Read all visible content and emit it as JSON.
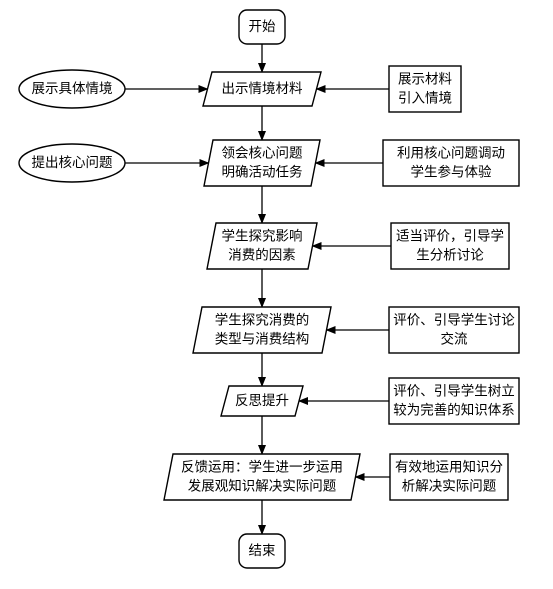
{
  "diagram": {
    "nodes": [
      {
        "id": "start",
        "shape": "rounded",
        "lines": [
          "开始"
        ]
      },
      {
        "id": "step1",
        "shape": "parallelogram",
        "lines": [
          "出示情境材料"
        ]
      },
      {
        "id": "step2",
        "shape": "parallelogram",
        "lines": [
          "领会核心问题",
          "明确活动任务"
        ]
      },
      {
        "id": "step3",
        "shape": "parallelogram",
        "lines": [
          "学生探究影响",
          "消费的因素"
        ]
      },
      {
        "id": "step4",
        "shape": "parallelogram",
        "lines": [
          "学生探究消费的",
          "类型与消费结构"
        ]
      },
      {
        "id": "step5",
        "shape": "parallelogram",
        "lines": [
          "反思提升"
        ]
      },
      {
        "id": "step6",
        "shape": "parallelogram",
        "lines": [
          "反馈运用：学生进一步运用",
          "发展观知识解决实际问题"
        ]
      },
      {
        "id": "end",
        "shape": "rounded",
        "lines": [
          "结束"
        ]
      },
      {
        "id": "left1",
        "shape": "ellipse",
        "lines": [
          "展示具体情境"
        ]
      },
      {
        "id": "left2",
        "shape": "ellipse",
        "lines": [
          "提出核心问题"
        ]
      },
      {
        "id": "right1",
        "shape": "rect",
        "lines": [
          "展示材料",
          "引入情境"
        ]
      },
      {
        "id": "right2",
        "shape": "rect",
        "lines": [
          "利用核心问题调动",
          "学生参与体验"
        ]
      },
      {
        "id": "right3",
        "shape": "rect",
        "lines": [
          "适当评价，引导学",
          "生分析讨论"
        ]
      },
      {
        "id": "right4",
        "shape": "rect",
        "lines": [
          "评价、引导学生讨论",
          "交流"
        ]
      },
      {
        "id": "right5",
        "shape": "rect",
        "lines": [
          "评价、引导学生树立",
          "较为完善的知识体系"
        ]
      },
      {
        "id": "right6",
        "shape": "rect",
        "lines": [
          "有效地运用知识分",
          "析解决实际问题"
        ]
      }
    ],
    "edges": [
      {
        "from": "start",
        "to": "step1"
      },
      {
        "from": "step1",
        "to": "step2"
      },
      {
        "from": "step2",
        "to": "step3"
      },
      {
        "from": "step3",
        "to": "step4"
      },
      {
        "from": "step4",
        "to": "step5"
      },
      {
        "from": "step5",
        "to": "step6"
      },
      {
        "from": "step6",
        "to": "end"
      },
      {
        "from": "left1",
        "to": "step1"
      },
      {
        "from": "left2",
        "to": "step2"
      },
      {
        "from": "right1",
        "to": "step1"
      },
      {
        "from": "right2",
        "to": "step2"
      },
      {
        "from": "right3",
        "to": "step3"
      },
      {
        "from": "right4",
        "to": "step4"
      },
      {
        "from": "right5",
        "to": "step5"
      },
      {
        "from": "right6",
        "to": "step6"
      }
    ]
  }
}
